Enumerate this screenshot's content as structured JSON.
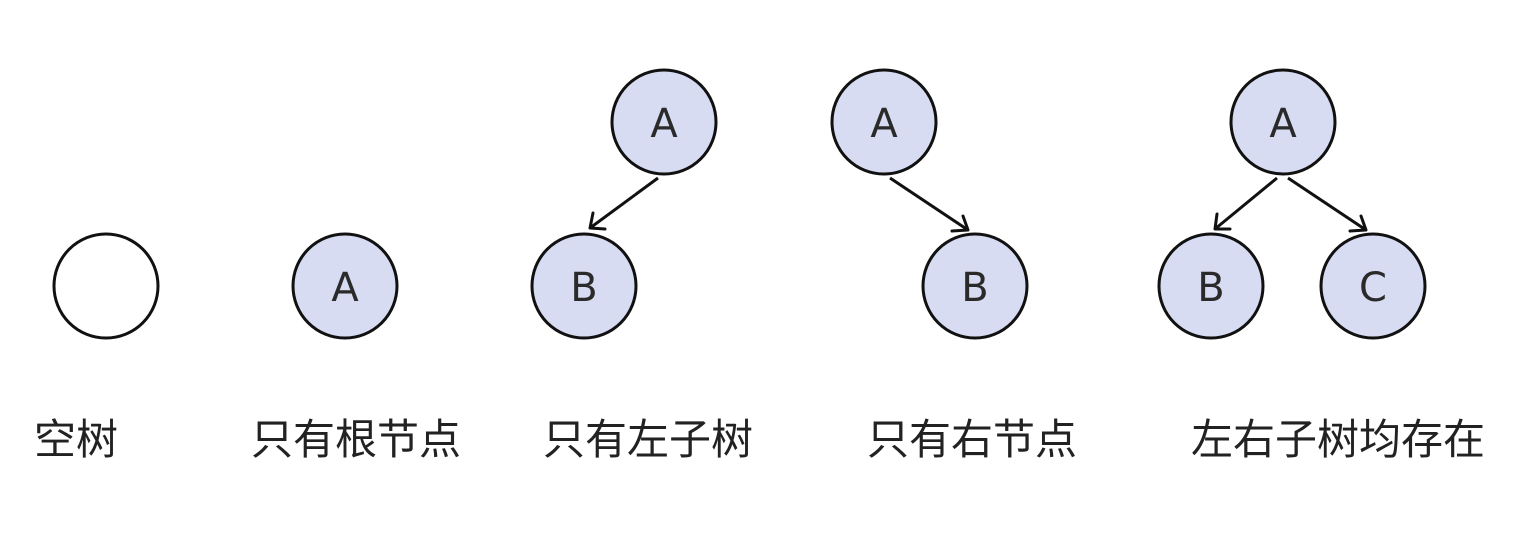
{
  "nodes": {
    "empty": "",
    "root_only_a": "A",
    "left_a": "A",
    "left_b": "B",
    "right_a": "A",
    "right_b": "B",
    "both_a": "A",
    "both_b": "B",
    "both_c": "C"
  },
  "captions": {
    "empty_tree": "空树",
    "root_only": "只有根节点",
    "left_subtree_only": "只有左子树",
    "right_node_only": "只有右节点",
    "both_subtrees": "左右子树均存在"
  },
  "colors": {
    "node_fill": "#d7dcf3",
    "stroke": "#111111"
  }
}
